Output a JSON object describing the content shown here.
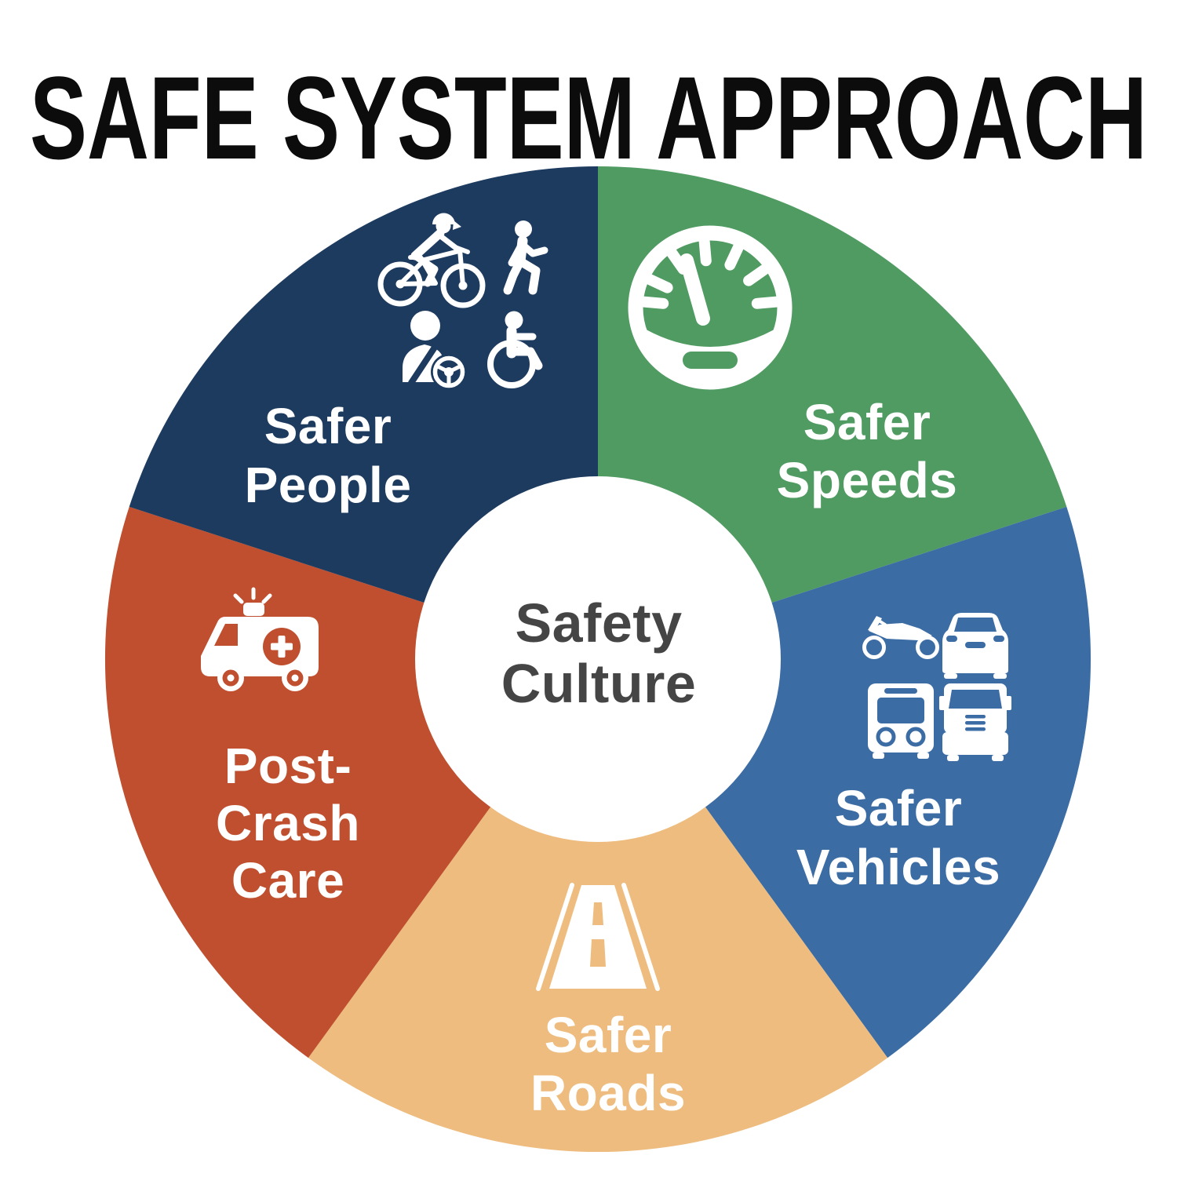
{
  "title": "SAFE SYSTEM APPROACH",
  "title_color": "#0C0C0C",
  "background_color": "#FFFFFF",
  "center": {
    "label_lines": [
      "Safety",
      "Culture"
    ],
    "text_color": "#454545",
    "circle_color": "#FFFFFF"
  },
  "segments": [
    {
      "id": "safer-people",
      "label_lines": [
        "Safer",
        "People"
      ],
      "color": "#1D3A5F",
      "position": "top-left",
      "angle_deg": 72,
      "icons": [
        "cyclist-icon",
        "pedestrian-icon",
        "seatbelt-driver-icon",
        "steering-wheel-icon",
        "wheelchair-icon"
      ]
    },
    {
      "id": "safer-speeds",
      "label_lines": [
        "Safer",
        "Speeds"
      ],
      "color": "#4F9B62",
      "position": "top-right",
      "angle_deg": 72,
      "icons": [
        "speedometer-icon"
      ]
    },
    {
      "id": "safer-vehicles",
      "label_lines": [
        "Safer",
        "Vehicles"
      ],
      "color": "#3C6CA4",
      "position": "right",
      "angle_deg": 72,
      "icons": [
        "motorcycle-icon",
        "car-icon",
        "bus-icon",
        "truck-icon"
      ]
    },
    {
      "id": "safer-roads",
      "label_lines": [
        "Safer",
        "Roads"
      ],
      "color": "#EEBC7E",
      "position": "bottom",
      "angle_deg": 72,
      "icons": [
        "road-icon"
      ]
    },
    {
      "id": "post-crash-care",
      "label_lines": [
        "Post-",
        "Crash",
        "Care"
      ],
      "color": "#BF4F2E",
      "position": "left",
      "angle_deg": 72,
      "icons": [
        "ambulance-icon"
      ]
    }
  ]
}
